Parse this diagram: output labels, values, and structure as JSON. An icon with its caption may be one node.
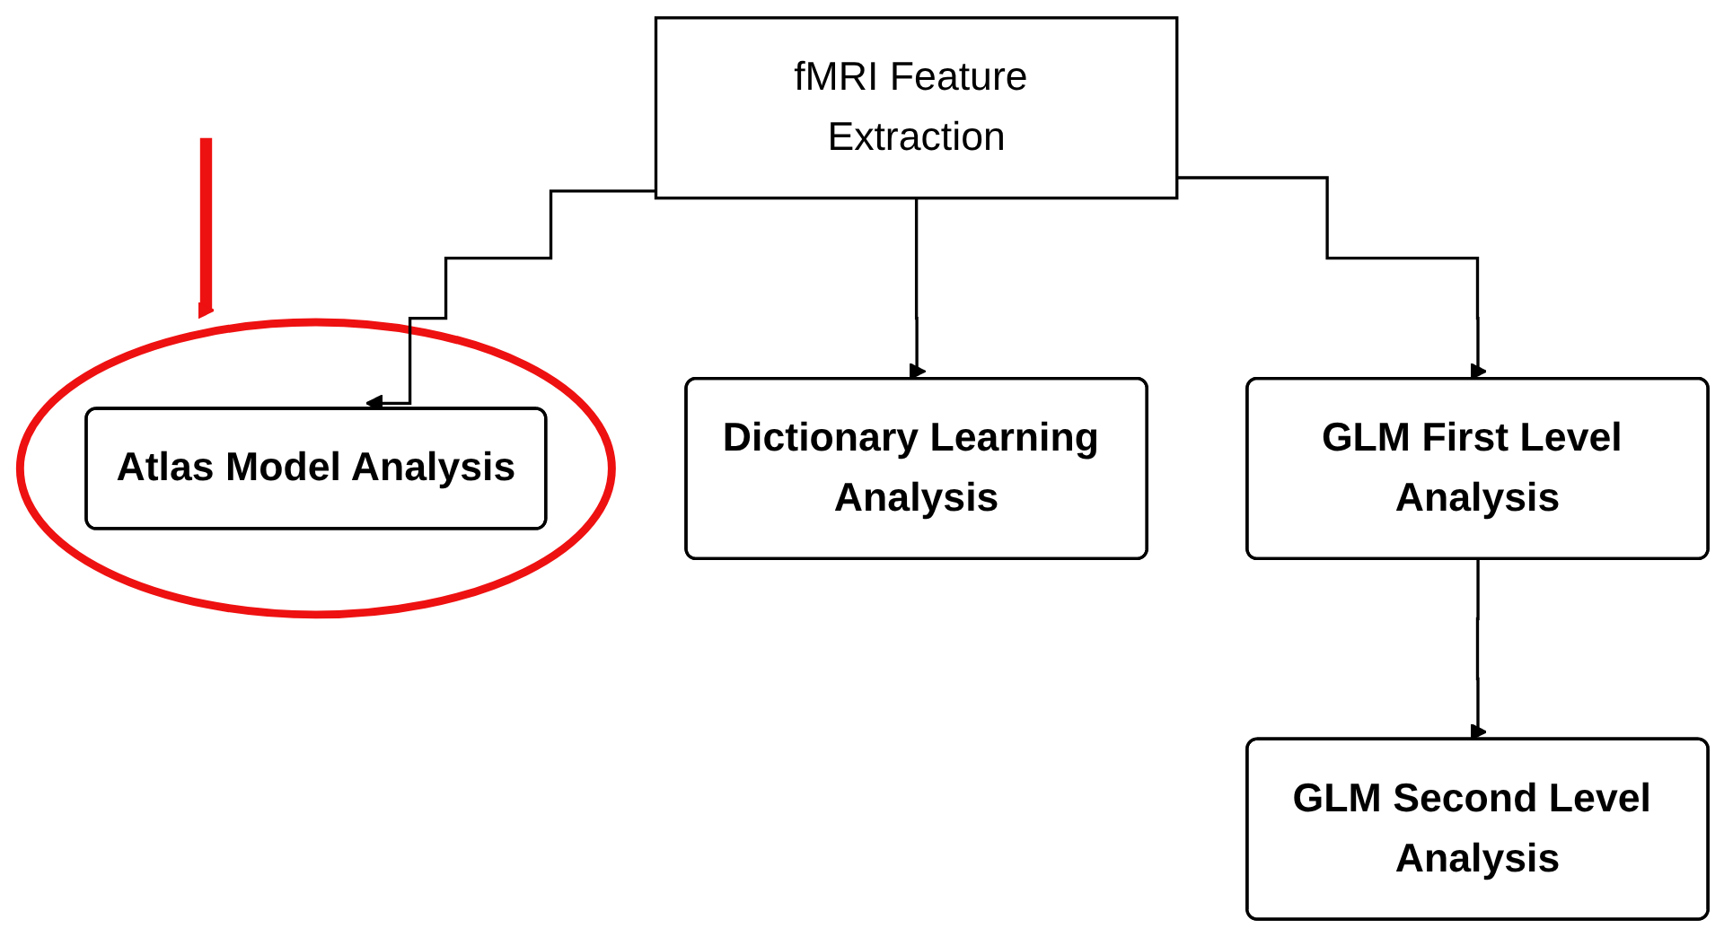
{
  "diagram": {
    "nodes": [
      {
        "text": [
          "fMRI Feature Extraction"
        ]
      },
      {
        "text": [
          "GLM First Level Analysis"
        ]
      },
      {
        "text": [
          "Dictionary Learning Analysis"
        ]
      },
      {
        "text": [],
        "shape": "circle"
      },
      {
        "text": [
          "Atlas Model Analysis"
        ],
        "in": 3
      },
      {
        "text": [
          "GLM Second Level Analysis"
        ]
      }
    ],
    "edges": [
      {
        "from": 0,
        "to": 1,
        "arrow": "to"
      },
      {
        "from": 0,
        "to": 2,
        "arrow": "to"
      },
      {
        "from": 0,
        "to": 4,
        "arrow": "to"
      },
      {
        "from": 1,
        "to": 5,
        "arrow": "to"
      },
      {
        "from": null,
        "to": 3,
        "arrow": "to",
        "style": "thick",
        "color": "#ee1111"
      }
    ]
  }
}
